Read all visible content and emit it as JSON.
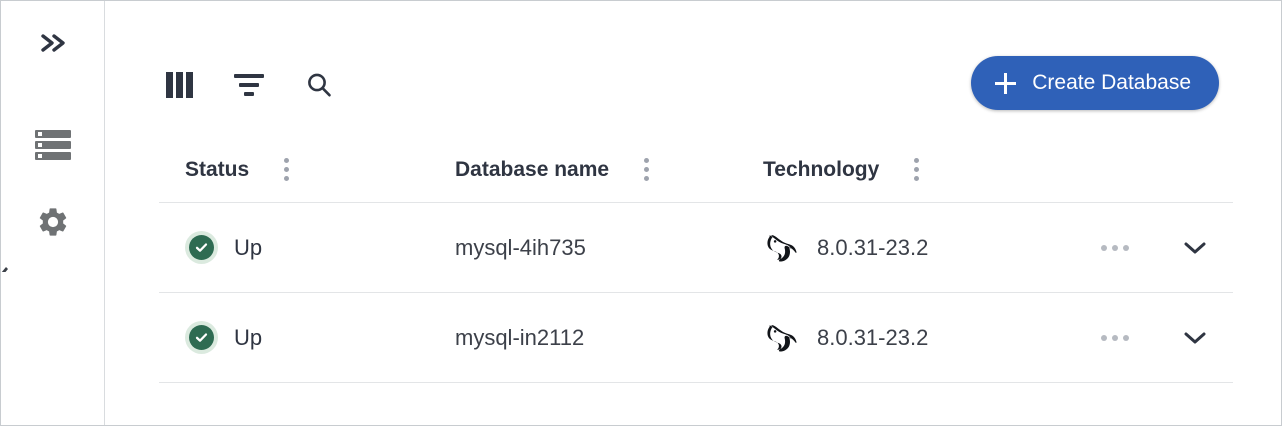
{
  "sidebar": {
    "collapse_icon": "chevron-double-right-icon",
    "items": [
      {
        "icon": "databases-stack-icon",
        "name": "databases"
      },
      {
        "icon": "gear-icon",
        "name": "settings"
      }
    ]
  },
  "toolbar": {
    "buttons": [
      {
        "icon": "columns-icon",
        "name": "columns"
      },
      {
        "icon": "filter-icon",
        "name": "filter"
      },
      {
        "icon": "search-icon",
        "name": "search"
      }
    ],
    "create_label": "Create Database",
    "create_icon": "plus-icon",
    "create_color": "#2f61b8"
  },
  "table": {
    "columns": [
      {
        "label": "Status",
        "menu_icon": "dots-vertical-icon"
      },
      {
        "label": "Database name",
        "menu_icon": "dots-vertical-icon"
      },
      {
        "label": "Technology",
        "menu_icon": "dots-vertical-icon"
      }
    ],
    "rows": [
      {
        "status": "Up",
        "status_icon": "check-circle-icon",
        "status_color": "#2e6b52",
        "name": "mysql-4ih735",
        "tech_icon": "mysql-dolphin-icon",
        "tech_version": "8.0.31-23.2",
        "row_menu_icon": "dots-horizontal-icon",
        "expand_icon": "chevron-down-icon"
      },
      {
        "status": "Up",
        "status_icon": "check-circle-icon",
        "status_color": "#2e6b52",
        "name": "mysql-in2112",
        "tech_icon": "mysql-dolphin-icon",
        "tech_version": "8.0.31-23.2",
        "row_menu_icon": "dots-horizontal-icon",
        "expand_icon": "chevron-down-icon"
      }
    ]
  }
}
